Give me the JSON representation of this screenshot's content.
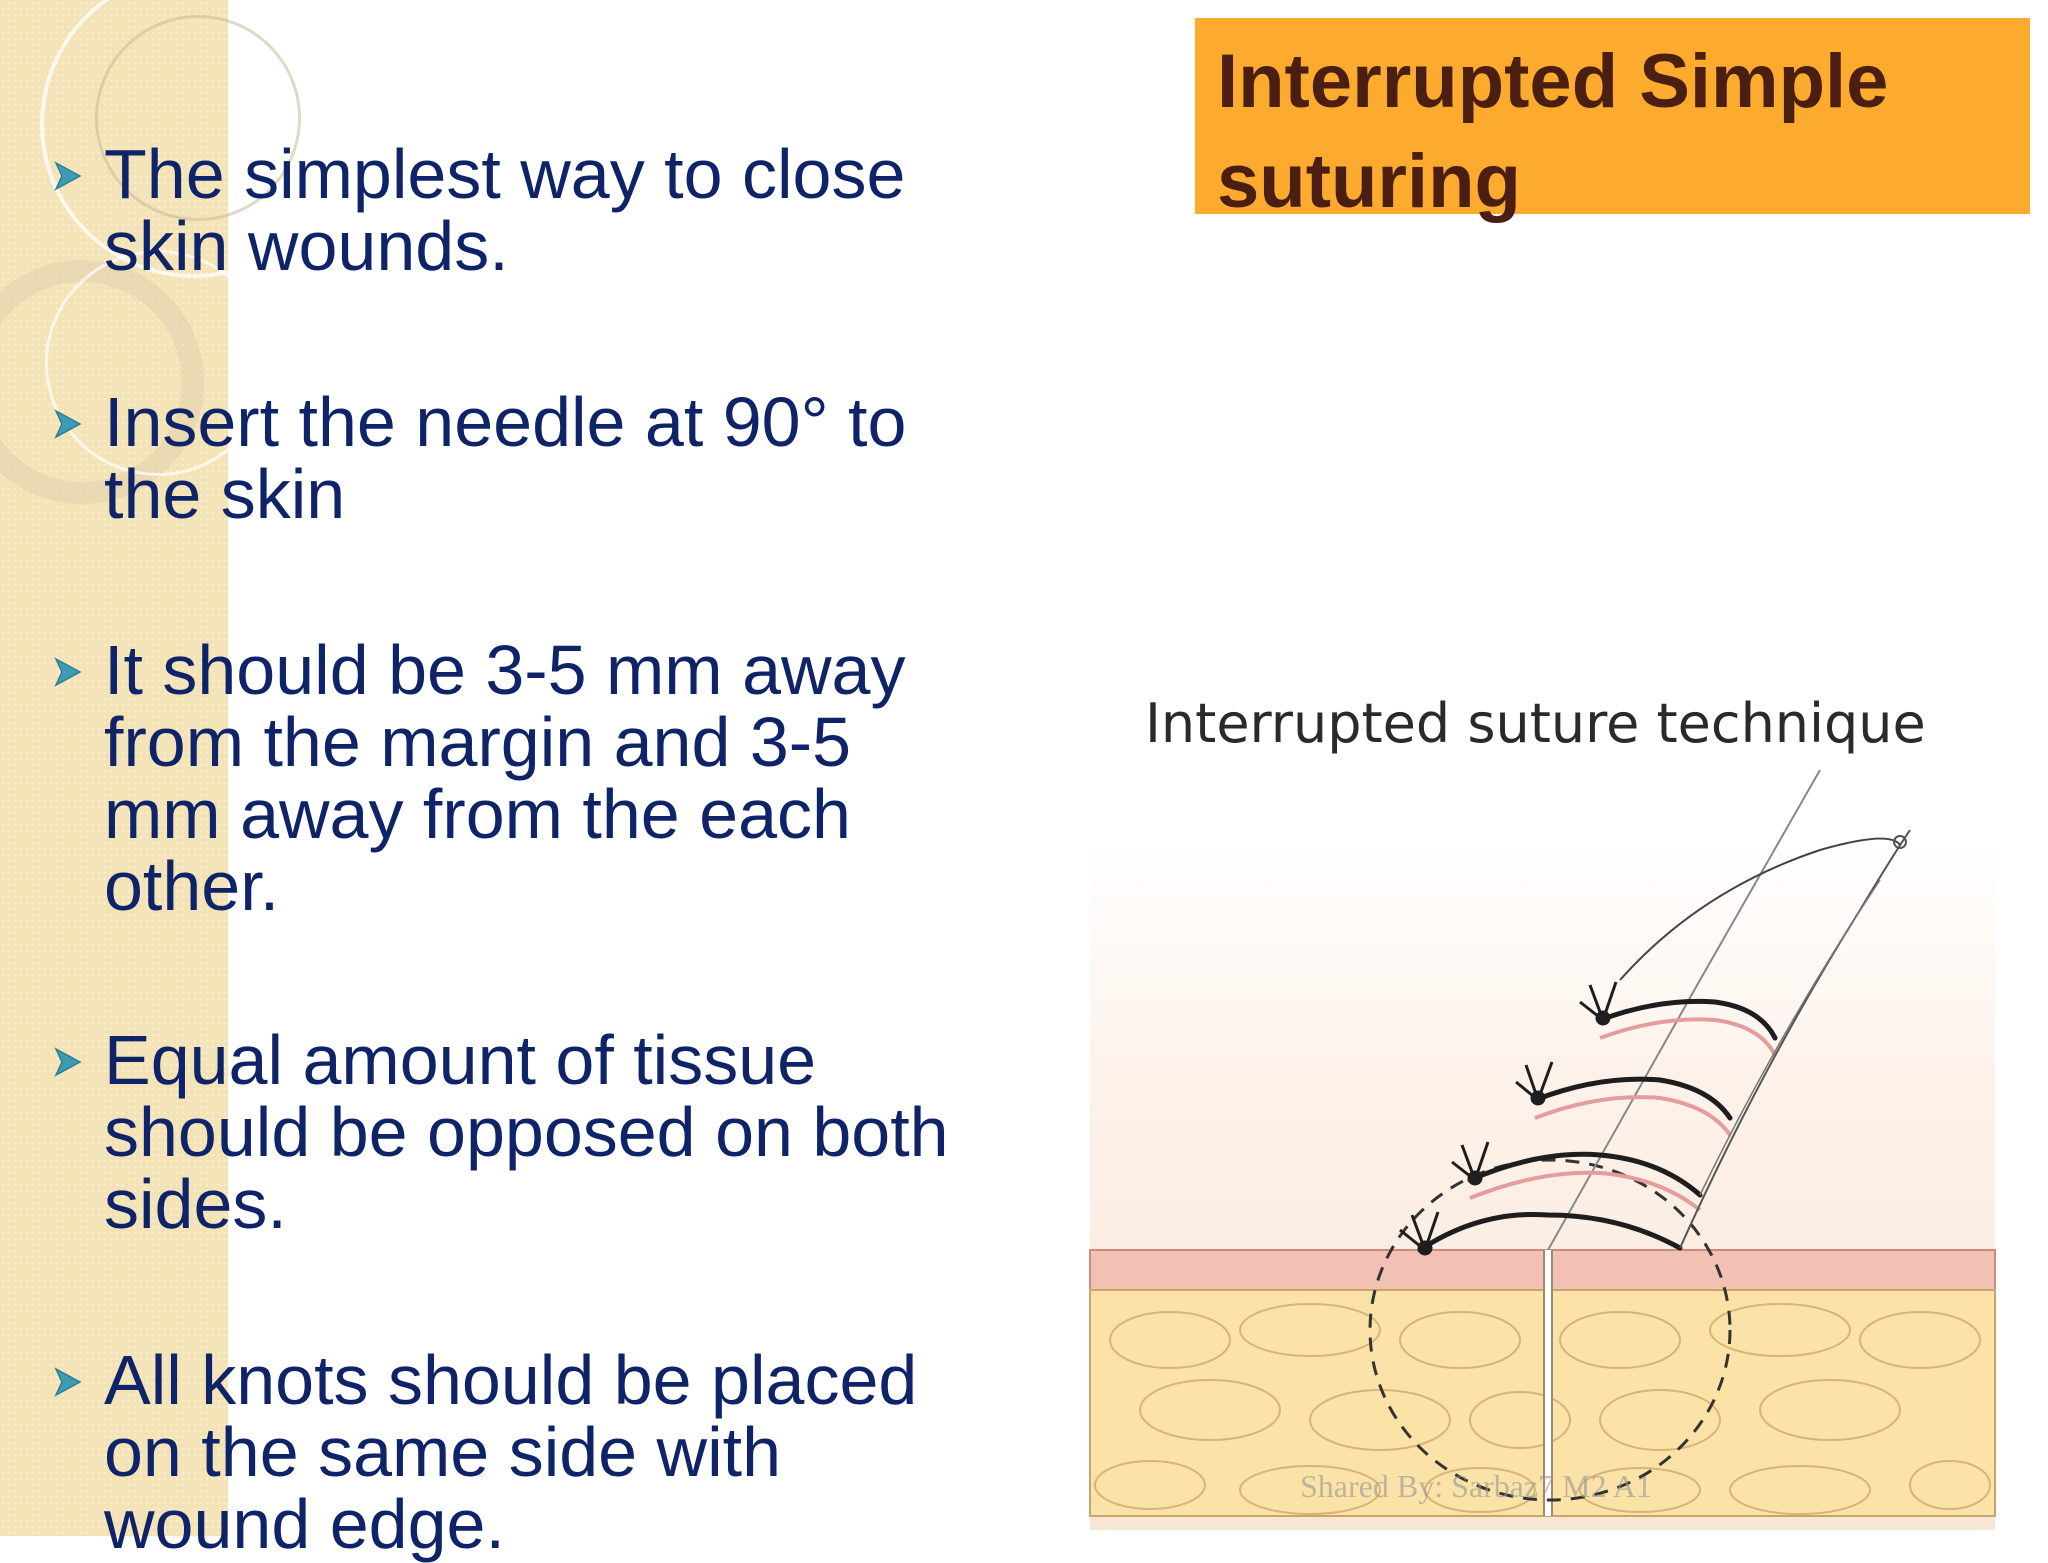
{
  "slide": {
    "title": "Interrupted Simple suturing",
    "title_lines": [
      "Interrupted Simple",
      "suturing"
    ],
    "bullets": [
      {
        "lines": [
          "The simplest way to close",
          "skin wounds."
        ]
      },
      {
        "lines": [
          "Insert the needle at 90° to",
          "the skin"
        ]
      },
      {
        "lines": [
          "It should be 3-5 mm away",
          "from the margin and 3-5",
          "mm away from the each",
          "other."
        ]
      },
      {
        "lines": [
          "Equal amount of tissue",
          "should be opposed on both",
          "sides."
        ]
      },
      {
        "lines": [
          "All knots should be placed",
          "on the same side with",
          "wound edge."
        ]
      }
    ],
    "bullet_icon": "chevron-right-arrow-icon",
    "illustration": {
      "caption": "Interrupted suture technique",
      "icon": "suture-skin-diagram"
    },
    "watermark": "Shared By: Sarbaz7 M2 A1"
  },
  "colors": {
    "title_background": "#fcab2f",
    "title_text": "#4a1e10",
    "body_text": "#0f2468",
    "bullet_arrow": "#3d9bb3",
    "sidebar": "#f3e3b6"
  }
}
